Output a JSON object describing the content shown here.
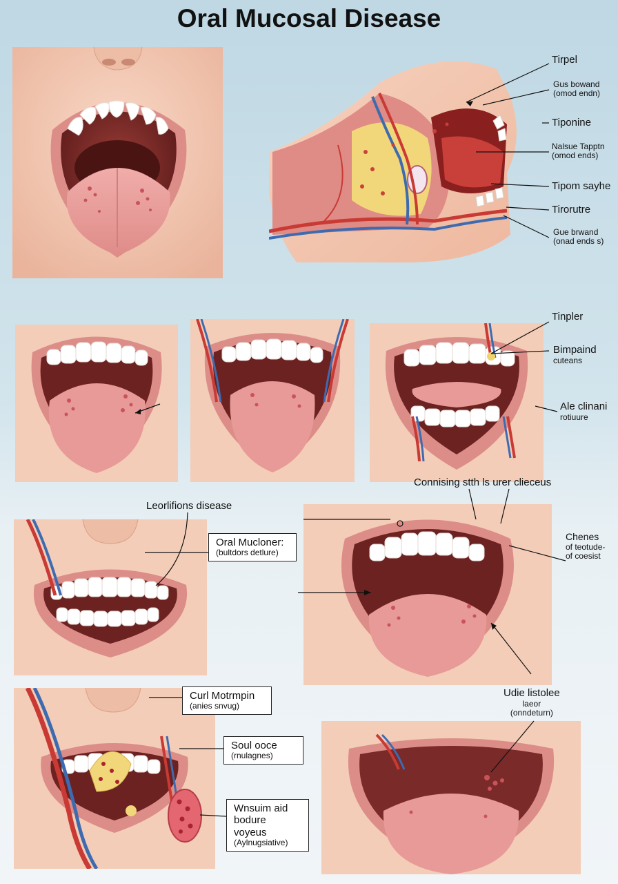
{
  "title": "Oral Mucosal Disease",
  "colors": {
    "skin": "#f1c7b1",
    "lip": "#de8c86",
    "mouth_dark": "#7a2a28",
    "tongue": "#e79a97",
    "tooth": "#ffffff",
    "artery": "#c93a34",
    "vein": "#3e6bb0",
    "fat": "#f0d36a",
    "background_top": "#bfd8e4",
    "background_bottom": "#f1f5f8"
  },
  "labels": {
    "anatomy": [
      {
        "main": "Tirpel"
      },
      {
        "main": "Gus bowand",
        "sub": "(omod endn)"
      },
      {
        "main": "Tiponine"
      },
      {
        "main": "Nalsue Tapptn",
        "sub": "(omod ends)"
      },
      {
        "main": "Tipom sayhe"
      },
      {
        "main": "Tirorutre"
      },
      {
        "main": "Gue brwand",
        "sub": "(onad ends s)"
      }
    ],
    "row2": [
      {
        "main": "Tinpler"
      },
      {
        "main": "Bimpaind",
        "sub": "cuteans"
      },
      {
        "main": "Ale clinani",
        "sub": "rotiuure"
      }
    ],
    "row3_left_heading": "Leorlifions disease",
    "row3_box": {
      "main": "Oral Mucloner:",
      "sub": "(bultdors detlure)"
    },
    "row3_right_heading": "Connising stth ls urer clieceus",
    "row3_right_side": {
      "l1": "Chenes",
      "l2": "of teotude-",
      "l3": "of coesist"
    },
    "row4_boxes": [
      {
        "main": "Curl Motrmpin",
        "sub": "(anies snvug)"
      },
      {
        "main": "Soul ooce",
        "sub": "(rnulagnes)"
      },
      {
        "main": "Wnsuim aid",
        "sub": "bodure voyeus",
        "sub2": "(Aylnugsiative)"
      }
    ],
    "row4_right": {
      "l1": "Udie listolee",
      "l2": "laeor",
      "l3": "(onndeturn)"
    }
  }
}
